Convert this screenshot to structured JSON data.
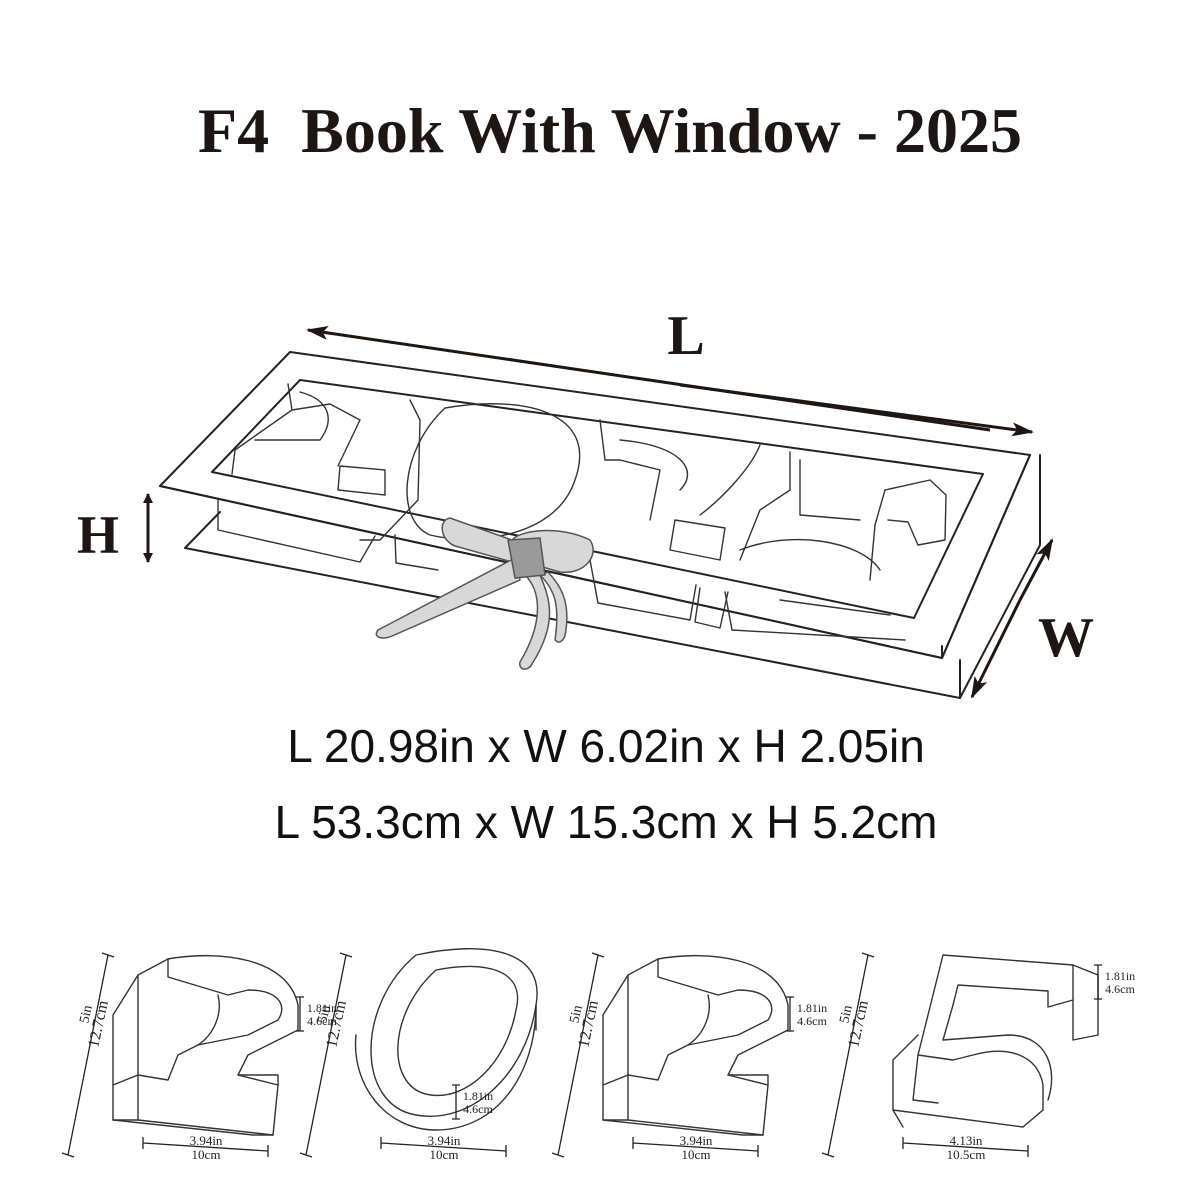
{
  "title": "F4  Book With Window - 2025",
  "labels": {
    "length": "L",
    "width": "W",
    "height": "H"
  },
  "dimensions": {
    "imperial": "L 20.98in x W 6.02in x H 2.05in",
    "metric": "L 53.3cm x W 15.3cm x H 5.2cm"
  },
  "digits": [
    {
      "digit": "2",
      "height_in": "5in",
      "height_cm": "12.7cm",
      "depth_in": "1.81in",
      "depth_cm": "4.6cm",
      "width_in": "3.94in",
      "width_cm": "10cm"
    },
    {
      "digit": "0",
      "height_in": "5in",
      "height_cm": "12.7cm",
      "depth_in": "1.81in",
      "depth_cm": "4.6cm",
      "width_in": "3.94in",
      "width_cm": "10cm"
    },
    {
      "digit": "2",
      "height_in": "5in",
      "height_cm": "12.7cm",
      "depth_in": "1.81in",
      "depth_cm": "4.6cm",
      "width_in": "3.94in",
      "width_cm": "10cm"
    },
    {
      "digit": "5",
      "height_in": "5in",
      "height_cm": "12.7cm",
      "depth_in": "1.81in",
      "depth_cm": "4.6cm",
      "width_in": "4.13in",
      "width_cm": "10.5cm"
    }
  ]
}
